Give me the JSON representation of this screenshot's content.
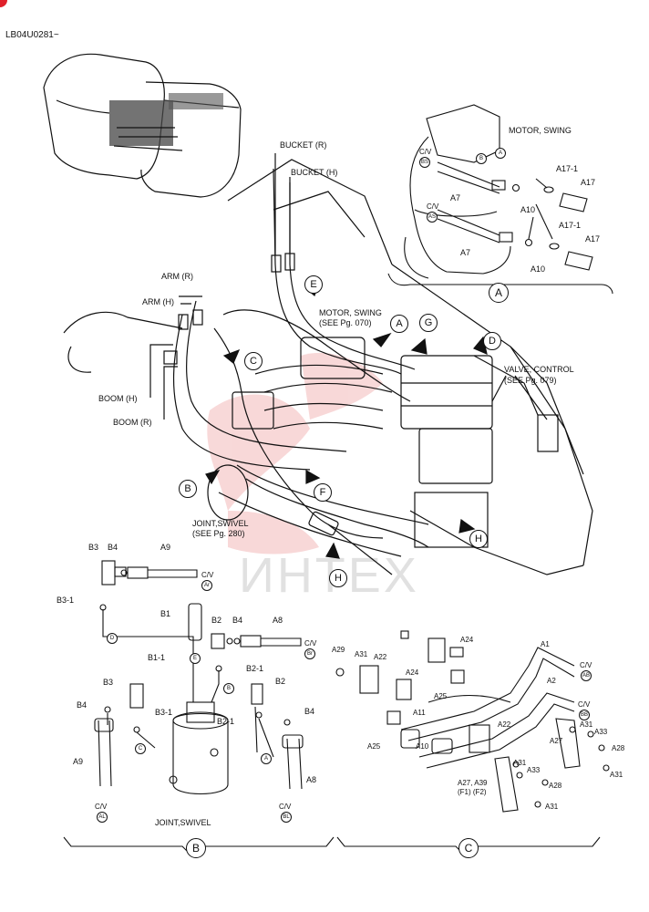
{
  "code": "LB04U0281~",
  "watermark": "ИНТЕХ",
  "labels": {
    "bucket_r": "BUCKET (R)",
    "bucket_h": "BUCKET (H)",
    "arm_r": "ARM  (R)",
    "arm_h": "ARM (H)",
    "boom_h": "BOOM (H)",
    "boom_r": "BOOM (R)",
    "motor_swing": "MOTOR, SWING",
    "motor_swing_ref_1": "MOTOR, SWING",
    "motor_swing_ref_2": "(SEE Pg. 070)",
    "valve_control_1": "VALVE, CONTROL",
    "valve_control_2": "(SEE Pg. 079)",
    "joint_swivel_ref_1": "JOINT,SWIVEL",
    "joint_swivel_ref_2": "(SEE Pg. 280)",
    "joint_swivel": "JOINT,SWIVEL",
    "cv": "C/V"
  },
  "callouts": {
    "a": "A",
    "b": "B",
    "c": "C",
    "d": "D",
    "e": "E",
    "f": "F",
    "g": "G",
    "h": "H"
  },
  "detail_a_parts": {
    "a7_top": "A7",
    "a7_bottom": "A7",
    "a10_top": "A10",
    "a10_bottom": "A10",
    "a17_top": "A17",
    "a17_bottom": "A17",
    "a17_1_top": "A17-1",
    "a17_1_bottom": "A17-1",
    "bs": "BS",
    "as": "AS",
    "b": "B",
    "a": "A"
  },
  "detail_b_parts": {
    "b3_top": "B3",
    "b4_top": "B4",
    "a9_top": "A9",
    "ar": "Ar",
    "b3_1_top": "B3-1",
    "d": "D",
    "b1": "B1",
    "b1_1": "B1-1",
    "e": "E",
    "b2_top": "B2",
    "b4_mid": "B4",
    "a8_top": "A8",
    "br": "Br",
    "b2_1_top": "B2-1",
    "b": "B",
    "b3_mid": "B3",
    "b4_left": "B4",
    "b3_1_mid": "B3-1",
    "c": "C",
    "b2_mid": "B2",
    "b4_right": "B4",
    "b2_1_mid": "B2-1",
    "a": "A",
    "a9_bottom": "A9",
    "a8_bottom": "A8",
    "al": "AL",
    "bl": "BL"
  },
  "detail_c_parts": {
    "a29": "A29",
    "a31_a": "A31",
    "a22_a": "A22",
    "a24_a": "A24",
    "a24_b": "A24",
    "a1": "A1",
    "a2": "A2",
    "a25_a": "A25",
    "a11": "A11",
    "a25_b": "A25",
    "a10": "A10",
    "a22_b": "A22",
    "a27": "A27",
    "a31_b": "A31",
    "a33_a": "A33",
    "a28_a": "A28",
    "a31_c": "A31",
    "a33_b": "A33",
    "a31_d": "A31",
    "a28_b": "A28",
    "a31_e": "A31",
    "a27_a39": "A27, A39",
    "f1f2": "(F1)  (F2)",
    "ab": "AB",
    "bb": "BB"
  }
}
